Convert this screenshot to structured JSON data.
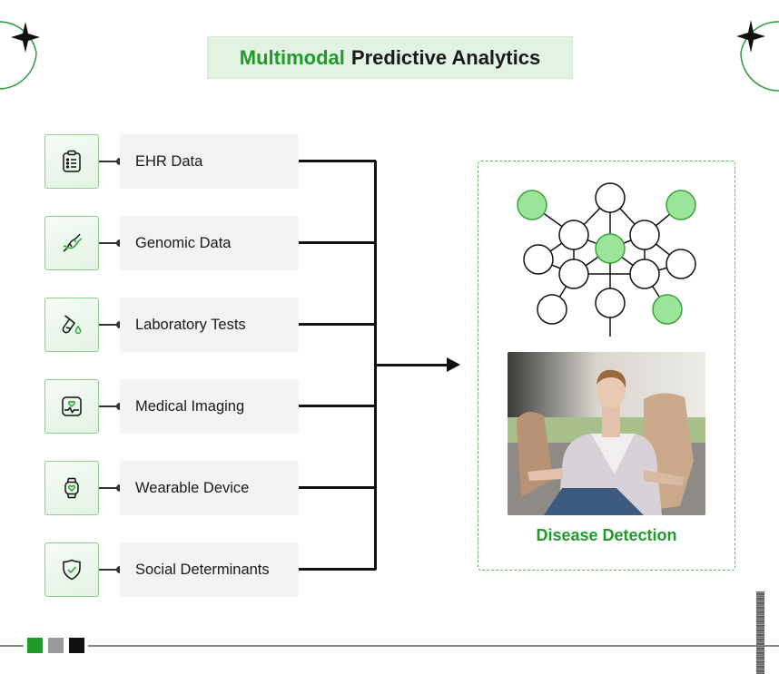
{
  "title": {
    "accent": "Multimodal",
    "rest": "Predictive Analytics"
  },
  "inputs": [
    {
      "label": "EHR Data",
      "icon": "clipboard-list-icon"
    },
    {
      "label": "Genomic Data",
      "icon": "dna-icon"
    },
    {
      "label": "Laboratory Tests",
      "icon": "test-tube-icon"
    },
    {
      "label": "Medical Imaging",
      "icon": "heart-monitor-icon"
    },
    {
      "label": "Wearable Device",
      "icon": "smartwatch-icon"
    },
    {
      "label": "Social Determinants",
      "icon": "shield-check-icon"
    }
  ],
  "output": {
    "label": "Disease Detection",
    "network_icon": "neural-network-icon",
    "photo": "patient-photo"
  },
  "colors": {
    "accent": "#1f9b2a",
    "title_bg": "#e3f3e3",
    "node_fill": "#9be59b",
    "node_stroke": "#3aa33a",
    "label_bg": "#f3f3f3",
    "footer_squares": [
      "#1f9b2a",
      "#9a9a9a",
      "#111111"
    ]
  }
}
